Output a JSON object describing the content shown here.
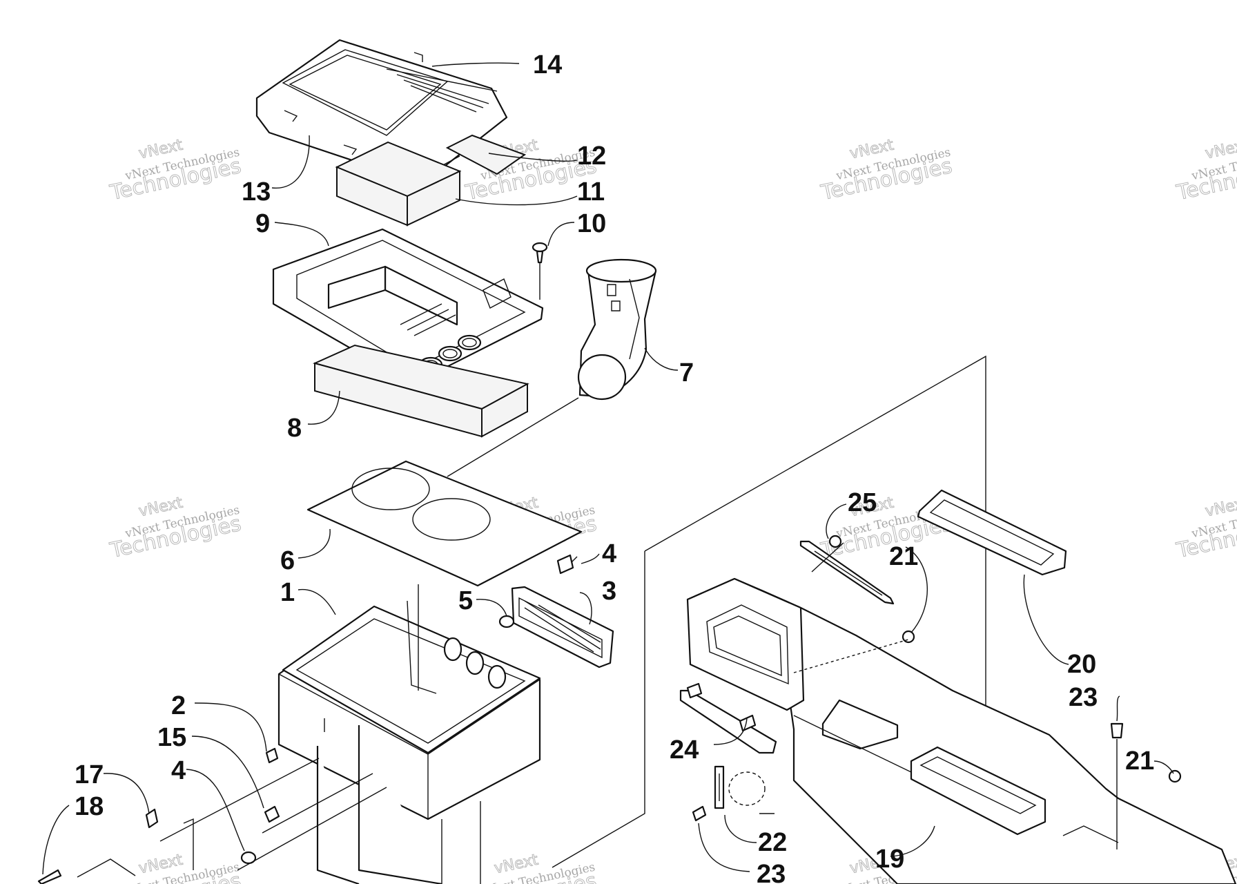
{
  "watermark": {
    "line1": "vNext",
    "line2": "vNext Technologies",
    "line3": "Technologies"
  },
  "callouts": [
    "14",
    "12",
    "11",
    "13",
    "9",
    "10",
    "7",
    "8",
    "6",
    "4",
    "3",
    "5",
    "1",
    "2",
    "15",
    "17",
    "4",
    "18",
    "25",
    "21",
    "20",
    "23",
    "21",
    "24",
    "22",
    "23",
    "19"
  ]
}
